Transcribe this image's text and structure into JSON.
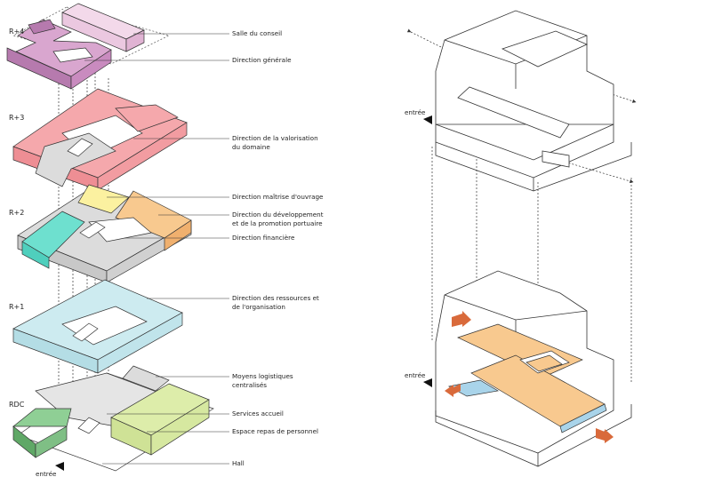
{
  "levels": {
    "r4": "R+4",
    "r3": "R+3",
    "r2": "R+2",
    "r1": "R+1",
    "rdc": "RDC"
  },
  "labels": {
    "salle_conseil": "Salle du conseil",
    "direction_generale": "Direction générale",
    "valorisation_1": "Direction de la valorisation",
    "valorisation_2": "du domaine",
    "maitrise_ouvrage": "Direction maîtrise d'ouvrage",
    "developpement_1": "Direction du développement",
    "developpement_2": "et de la promotion portuaire",
    "financiere": "Direction financière",
    "ressources_1": "Direction des ressources et",
    "ressources_2": "de l'organisation",
    "logistiques_1": "Moyens logistiques",
    "logistiques_2": "centralisés",
    "accueil": "Services accueil",
    "repas": "Espace repas de personnel",
    "hall": "Hall"
  },
  "entrances": {
    "left": "entrée",
    "right_top": "entrée",
    "right_bottom": "entrée"
  },
  "colors": {
    "purple": "#c98bbf",
    "purple_light": "#ebc8e0",
    "pink": "#f5a8ac",
    "yellow": "#fbf1a0",
    "orange": "#f8c98f",
    "teal": "#6ee0cf",
    "light_blue": "#cdebf0",
    "green": "#7fbf85",
    "lime": "#ddedaa",
    "grey": "#dcdcdc",
    "arrow": "#d96a3b",
    "blue_edge": "#a9d4ea"
  }
}
